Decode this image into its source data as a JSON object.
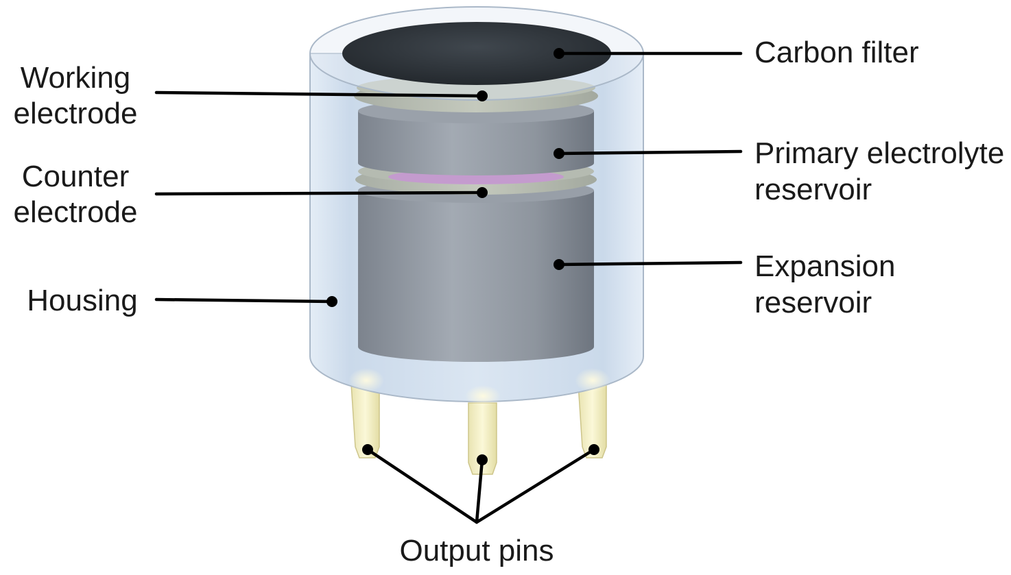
{
  "labels": {
    "carbon_filter": "Carbon filter",
    "working_electrode": [
      "Working",
      "electrode"
    ],
    "counter_electrode": [
      "Counter",
      "electrode"
    ],
    "housing": "Housing",
    "primary_reservoir": [
      "Primary electrolyte",
      "reservoir"
    ],
    "expansion_reservoir": [
      "Expansion",
      "reservoir"
    ],
    "output_pins": "Output pins"
  }
}
